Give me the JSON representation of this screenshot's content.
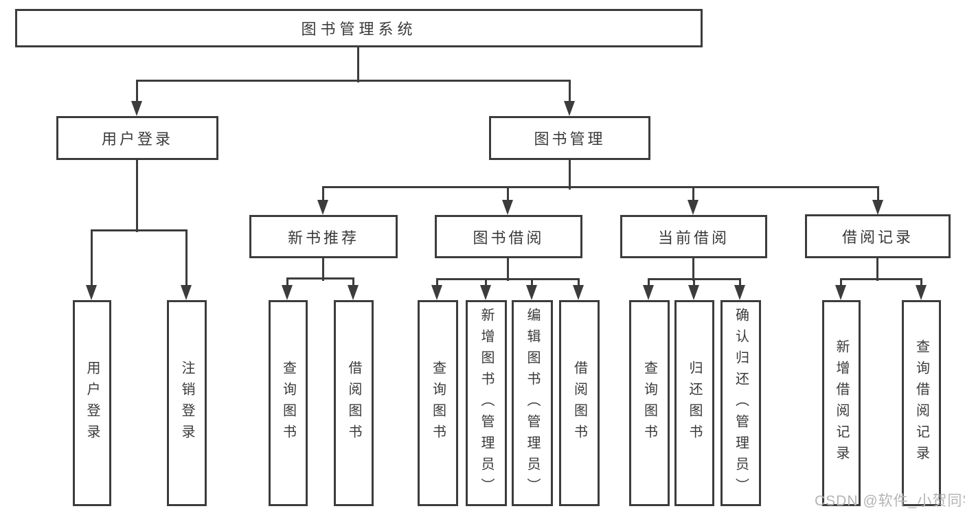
{
  "diagram": {
    "title": "图书管理系统",
    "watermark": "CSDN @软件_小贺同学",
    "colors": {
      "line": "#3c3c3c",
      "text": "#3a3a3a",
      "watermark": "#b4b4b4",
      "background": "#ffffff"
    },
    "level2": [
      {
        "label": "用户登录"
      },
      {
        "label": "图书管理"
      }
    ],
    "level3": [
      {
        "label": "新书推荐"
      },
      {
        "label": "图书借阅"
      },
      {
        "label": "当前借阅"
      },
      {
        "label": "借阅记录"
      }
    ],
    "leaves": {
      "user_login": [
        "用户登录",
        "注销登录"
      ],
      "new_book_recommendation": [
        "查询图书",
        "借阅图书"
      ],
      "book_borrowing": [
        "查询图书",
        "新增图书（管理员）",
        "编辑图书（管理员）",
        "借阅图书"
      ],
      "current_borrowing": [
        "查询图书",
        "归还图书",
        "确认归还（管理员）"
      ],
      "borrowing_records": [
        "新增借阅记录",
        "查询借阅记录"
      ]
    }
  }
}
